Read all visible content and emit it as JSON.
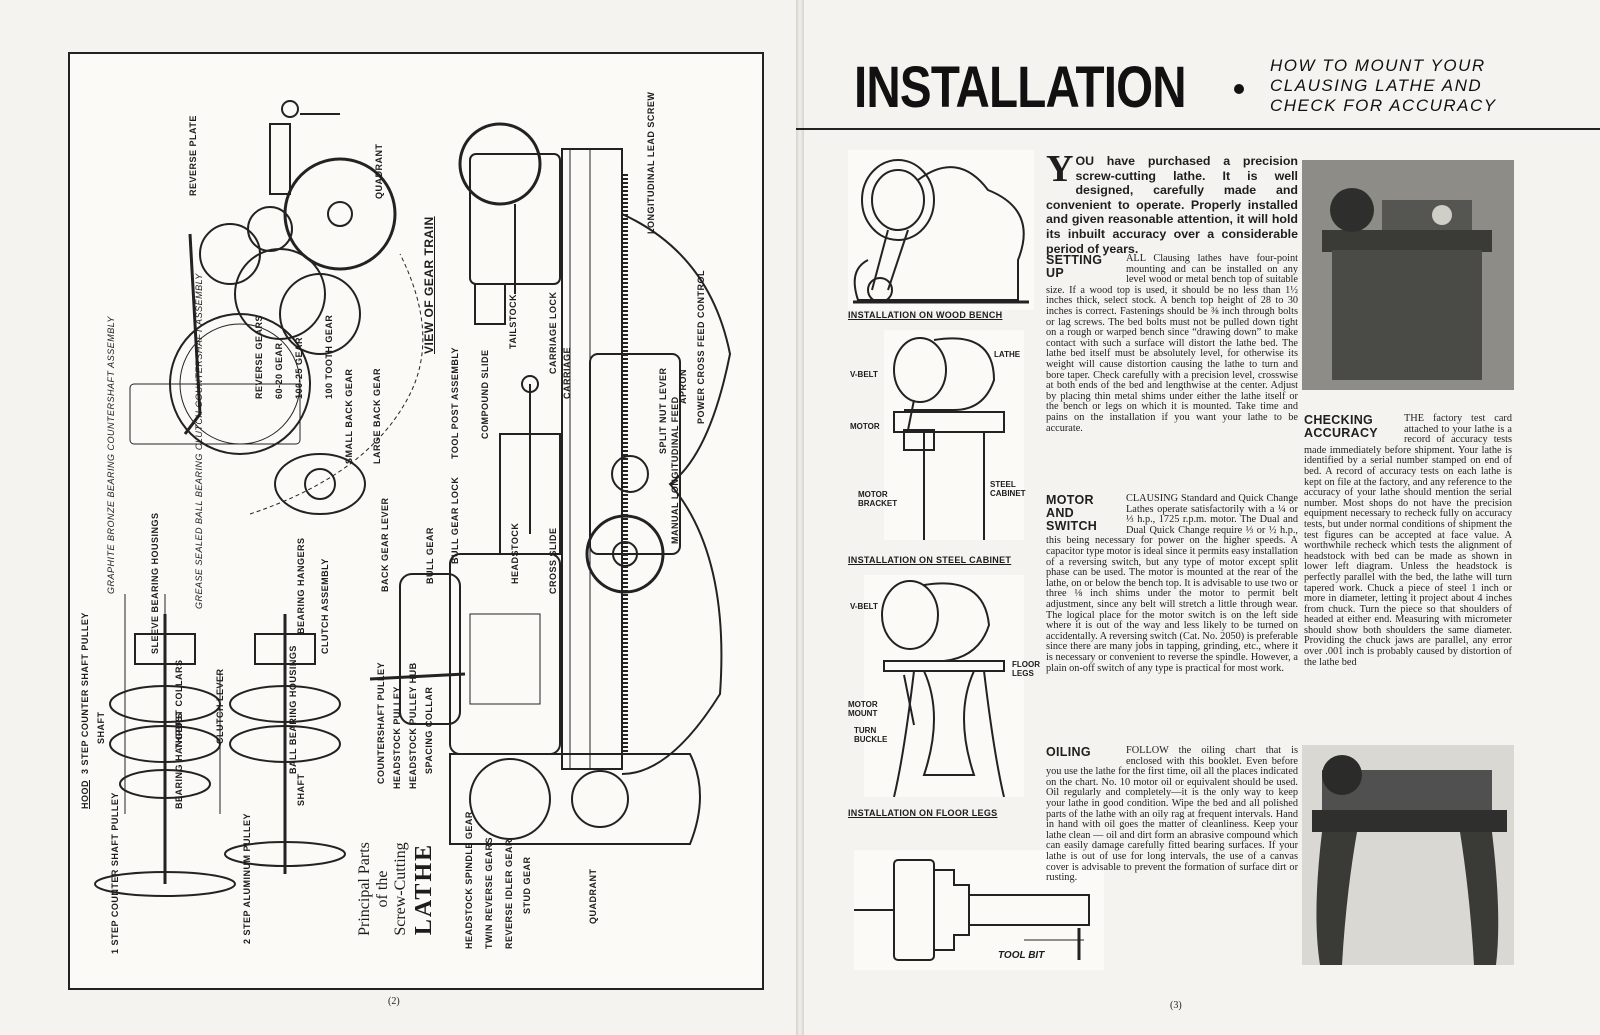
{
  "left_page": {
    "caption": {
      "line1": "Principal Parts",
      "line2": "of the",
      "line3": "Screw-Cutting",
      "line4": "LATHE"
    },
    "page_number": "(2)",
    "labels": [
      "REVERSE PLATE",
      "QUADRANT",
      "VIEW OF GEAR TRAIN",
      "LONGITUDINAL LEAD SCREW",
      "REVERSE GEARS",
      "60-20 GEAR",
      "100-25 GEAR",
      "100 TOOTH GEAR",
      "SMALL BACK GEAR",
      "LARGE BACK GEAR",
      "TAILSTOCK",
      "CARRIAGE LOCK",
      "CARRIAGE",
      "APRON",
      "SPLIT NUT LEVER",
      "POWER CROSS FEED CONTROL",
      "COMPOUND SLIDE",
      "TOOL POST ASSEMBLY",
      "BULL GEAR LOCK",
      "BULL GEAR",
      "BACK GEAR LEVER",
      "HEADSTOCK",
      "CROSS SLIDE",
      "MANUAL LONGITUDINAL FEED",
      "GRAPHITE BRONZE BEARING COUNTERSHAFT ASSEMBLY",
      "GREASE SEALED BALL BEARING CLUTCH COUNTERSHAFT ASSEMBLY",
      "SLEEVE BEARING HOUSINGS",
      "3 STEP COUNTER SHAFT PULLEY",
      "SHAFT",
      "HOOD",
      "THRUST COLLARS",
      "BEARING HANGERS",
      "1 STEP COUNTER SHAFT PULLEY",
      "CLUTCH LEVER",
      "BEARING HANGERS",
      "CLUTCH ASSEMBLY",
      "BALL BEARING HOUSINGS",
      "SHAFT",
      "2 STEP ALUMINUM PULLEY",
      "COUNTERSHAFT PULLEY",
      "HEADSTOCK PULLEY",
      "HEADSTOCK PULLEY HUB",
      "SPACING COLLAR",
      "HEADSTOCK SPINDLE GEAR",
      "TWIN REVERSE GEARS",
      "REVERSE IDLER GEAR",
      "STUD GEAR",
      "QUADRANT"
    ]
  },
  "right_page": {
    "title": "INSTALLATION",
    "subtitle": {
      "line1": "HOW TO MOUNT YOUR",
      "line2": "CLAUSING LATHE AND",
      "line3": "CHECK FOR ACCURACY"
    },
    "page_number": "(3)",
    "figures": {
      "fig1_caption": "INSTALLATION ON WOOD BENCH",
      "fig2_caption": "INSTALLATION ON STEEL CABINET",
      "fig3_caption": "INSTALLATION ON FLOOR LEGS",
      "fig2_labels": {
        "vbelt": "V-BELT",
        "lathe": "LATHE",
        "motor": "MOTOR",
        "steel_cabinet": "STEEL CABINET",
        "motor_bracket": "MOTOR BRACKET"
      },
      "fig3_labels": {
        "vbelt": "V-BELT",
        "floor_legs": "FLOOR LEGS",
        "motor_mount": "MOTOR MOUNT",
        "turn_buckle": "TURN BUCKLE"
      },
      "fig4_label": "TOOL BIT"
    },
    "intro": {
      "dropcap": "Y",
      "text": "OU have purchased a precision screw-cutting lathe. It is well designed, carefully made and convenient to operate. Properly installed and given reasonable attention, it will hold its inbuilt accuracy over a considerable period of years."
    },
    "setting_up": {
      "heading": "SETTING UP",
      "text": "ALL Clausing lathes have four-point mounting and can be installed on any level wood or metal bench top of suitable size. If a wood top is used, it should be no less than 1½ inches thick, select stock. A bench top height of 28 to 30 inches is correct. Fastenings should be ⅜ inch through bolts or lag screws. The bed bolts must not be pulled down tight on a rough or warped bench since “drawing down” to make contact with such a surface will distort the lathe bed. The lathe bed itself must be absolutely level, for otherwise its weight will cause distortion causing the lathe to turn and bore taper. Check carefully with a precision level, crosswise at both ends of the bed and lengthwise at the center. Adjust by placing thin metal shims under either the lathe itself or the bench or legs on which it is mounted. Take time and pains on the installation if you want your lathe to be accurate."
    },
    "motor_switch": {
      "heading": "MOTOR AND SWITCH",
      "text": "CLAUSING Standard and Quick Change Lathes operate satisfactorily with a ¼ or ⅓ h.p., 1725 r.p.m. motor. The Dual and Dual Quick Change require ⅓ or ½ h.p., this being necessary for power on the higher speeds. A capacitor type motor is ideal since it permits easy installation of a reversing switch, but any type of motor except split phase can be used. The motor is mounted at the rear of the lathe, on or below the bench top. It is advisable to use two or three ⅛ inch shims under the motor to permit belt adjustment, since any belt will stretch a little through wear. The logical place for the motor switch is on the left side where it is out of the way and less likely to be turned on accidentally. A reversing switch (Cat. No. 2050) is preferable since there are many jobs in tapping, grinding, etc., where it is necessary or convenient to reverse the spindle. However, a plain on-off switch of any type is practical for most work."
    },
    "oiling": {
      "heading": "OILING",
      "text": "FOLLOW the oiling chart that is enclosed with this booklet. Even before you use the lathe for the first time, oil all the places indicated on the chart. No. 10 motor oil or equivalent should be used. Oil regularly and completely—it is the only way to keep your lathe in good condition. Wipe the bed and all polished parts of the lathe with an oily rag at frequent intervals. Hand in hand with oil goes the matter of cleanliness. Keep your lathe clean — oil and dirt form an abrasive compound which can easily damage carefully fitted bearing surfaces. If your lathe is out of use for long intervals, the use of a canvas cover is advisable to prevent the formation of surface dirt or rusting."
    },
    "checking_accuracy": {
      "heading": "CHECKING ACCURACY",
      "text": "THE factory test card attached to your lathe is a record of accuracy tests made immediately before shipment. Your lathe is identified by a serial number stamped on end of bed. A record of accuracy tests on each lathe is kept on file at the factory, and any reference to the accuracy of your lathe should mention the serial number. Most shops do not have the precision equipment necessary to recheck fully on accuracy tests, but under normal conditions of shipment the test figures can be accepted at face value. A worthwhile recheck which tests the alignment of headstock with bed can be made as shown in lower left diagram. Unless the headstock is perfectly parallel with the bed, the lathe will turn tapered work. Chuck a piece of steel 1 inch or more in diameter, letting it project about 4 inches from chuck. Turn the piece so that shoulders of headed at either end. Measuring with micrometer should show both shoulders the same diameter. Providing the chuck jaws are parallel, any error over .001 inch is probably caused by distortion of the lathe bed"
    }
  }
}
